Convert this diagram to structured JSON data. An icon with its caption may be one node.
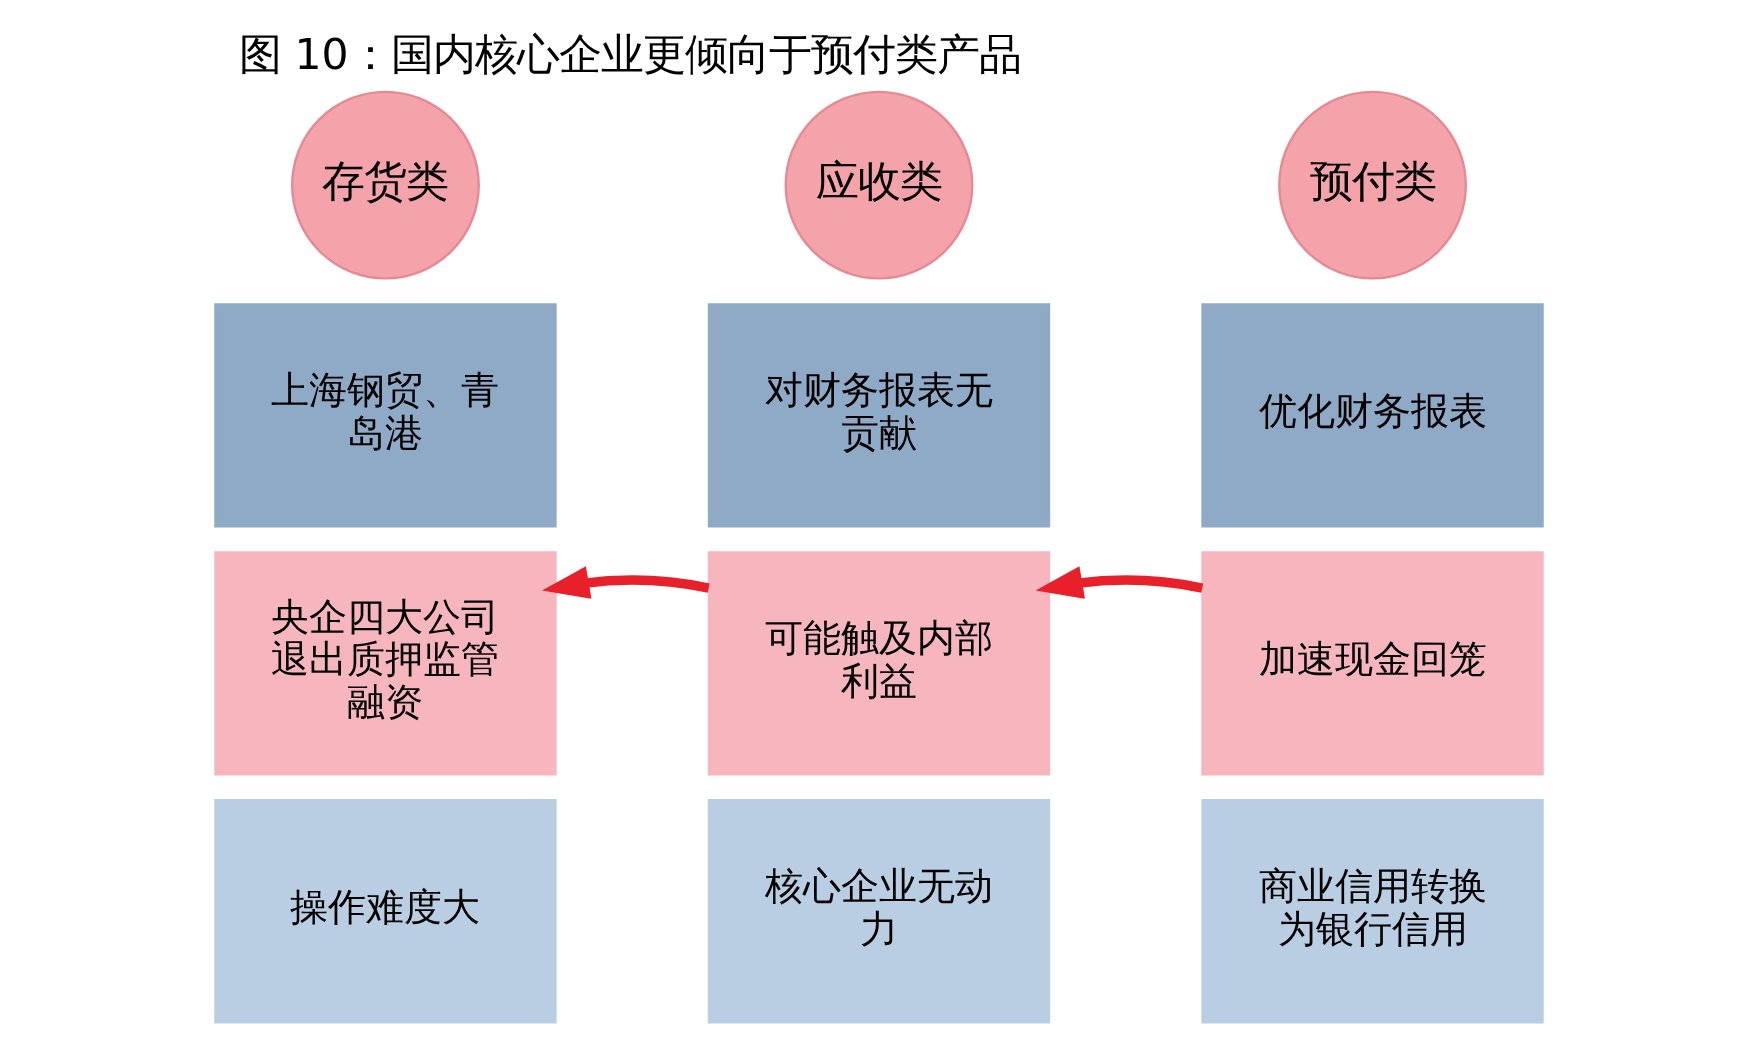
{
  "diagram": {
    "title": "图 10：国内核心企业更倾向于预付类产品",
    "nodes": [
      {
        "text": [
          "存货类"
        ]
      },
      {
        "text": [
          "上海钢贸、青岛港"
        ]
      },
      {
        "text": [
          "央企四大公司退出质押监管融资"
        ]
      },
      {
        "text": [
          "操作难度大"
        ]
      },
      {
        "text": [
          "应收类"
        ]
      },
      {
        "text": [
          "对财务报表无贡献"
        ]
      },
      {
        "text": [
          "可能触及内部利益"
        ]
      },
      {
        "text": [
          "核心企业无动力"
        ]
      },
      {
        "text": [
          "预付类"
        ]
      },
      {
        "text": [
          "优化财务报表"
        ]
      },
      {
        "text": [
          "加速现金回笼"
        ]
      },
      {
        "text": [
          "商业信用转换为银行信用"
        ]
      }
    ],
    "edges": [
      {
        "from": 6,
        "to": 2,
        "arrow": "to",
        "color": "#e8202a"
      },
      {
        "from": 10,
        "to": 6,
        "arrow": "to",
        "color": "#e8202a"
      }
    ]
  }
}
